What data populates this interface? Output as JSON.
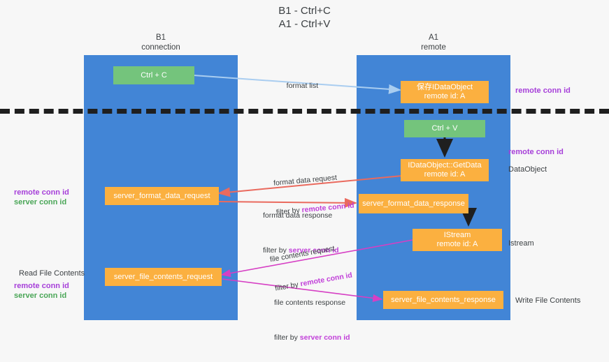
{
  "diagram": {
    "title_line1": "B1 - Ctrl+C",
    "title_line2": "A1 - Ctrl+V",
    "lanes": [
      {
        "id": "b1",
        "name_line1": "B1",
        "name_line2": "connection",
        "color": "#4285d6"
      },
      {
        "id": "a1",
        "name_line1": "A1",
        "name_line2": "remote",
        "color": "#4285d6"
      }
    ],
    "colors": {
      "lane": "#4285d6",
      "green_node": "#74c47c",
      "orange_node": "#fbb040",
      "purple_tag": "#a63fd9",
      "green_tag": "#4aa657",
      "red_arrow": "#ea6a5e",
      "magenta_arrow": "#d63fc4",
      "blue_arrow": "#a9cdf0",
      "black_arrow": "#1f1f1f",
      "background": "#f7f7f7"
    },
    "nodes": [
      {
        "id": "ctrl-c",
        "label": "Ctrl + C",
        "style": "green"
      },
      {
        "id": "save-idataobject",
        "label": "保存IDataObject\nremote id: A",
        "style": "orange"
      },
      {
        "id": "ctrl-v",
        "label": "Ctrl + V",
        "style": "green"
      },
      {
        "id": "getdata",
        "label": "IDataObject::GetData\nremote id: A",
        "style": "orange"
      },
      {
        "id": "server-format-data-request",
        "label": "server_format_data_request",
        "style": "orange"
      },
      {
        "id": "server-format-data-response",
        "label": "server_format_data_response",
        "style": "orange"
      },
      {
        "id": "istream",
        "label": "IStream\nremote id: A",
        "style": "orange"
      },
      {
        "id": "server-file-contents-request",
        "label": "server_file_contents_request",
        "style": "orange"
      },
      {
        "id": "server-file-contents-response",
        "label": "server_file_contents_response",
        "style": "orange"
      }
    ],
    "edge_labels": [
      {
        "id": "format-list",
        "line1": "format list",
        "line2": "",
        "line2_tag": "",
        "line2_tag_color": ""
      },
      {
        "id": "format-data-request",
        "line1": "format data request",
        "line2": "filter by ",
        "line2_tag": "remote conn id",
        "line2_tag_color": "purple"
      },
      {
        "id": "format-data-response",
        "line1": "format data response",
        "line2": "filter by ",
        "line2_tag": "server conn id",
        "line2_tag_color": "purple"
      },
      {
        "id": "file-contents-request",
        "line1": "file contents request",
        "line2": "filter by ",
        "line2_tag": "remote conn id",
        "line2_tag_color": "purple"
      },
      {
        "id": "file-contents-response",
        "line1": "file contents response",
        "line2": "filter by ",
        "line2_tag": "server conn id",
        "line2_tag_color": "purple"
      }
    ],
    "right_annotations": [
      {
        "id": "right-remote-conn-id-top",
        "text": "remote conn id",
        "color": "purple"
      },
      {
        "id": "right-remote-conn-id-mid",
        "text": "remote conn id",
        "color": "purple"
      },
      {
        "id": "right-dataobject",
        "text": "DataObject",
        "color": "plain"
      },
      {
        "id": "right-istream",
        "text": "Istream",
        "color": "plain"
      },
      {
        "id": "right-write-file-contents",
        "text": "Write File Contents",
        "color": "plain"
      }
    ],
    "left_annotations": [
      {
        "id": "left-remote-conn-id-mid",
        "text": "remote conn id",
        "color": "purple"
      },
      {
        "id": "left-server-conn-id-mid",
        "text": "server conn id",
        "color": "green"
      },
      {
        "id": "left-read-file-contents",
        "text": "Read File Contents",
        "color": "plain"
      },
      {
        "id": "left-remote-conn-id-bot",
        "text": "remote conn id",
        "color": "purple"
      },
      {
        "id": "left-server-conn-id-bot",
        "text": "server conn id",
        "color": "green"
      }
    ]
  }
}
